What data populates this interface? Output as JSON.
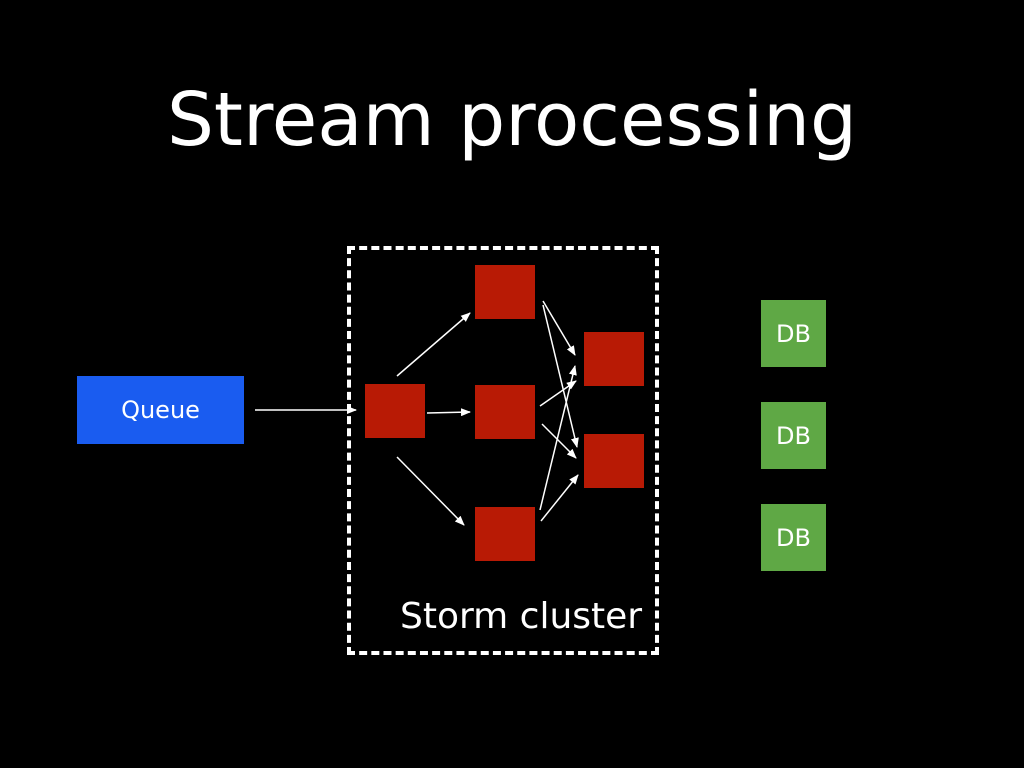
{
  "title": "Stream processing",
  "queue": {
    "label": "Queue",
    "color": "#1a5cf0"
  },
  "cluster": {
    "label": "Storm cluster",
    "node_color": "#b81a05"
  },
  "databases": [
    {
      "label": "DB"
    },
    {
      "label": "DB"
    },
    {
      "label": "DB"
    }
  ],
  "db_color": "#5fa845"
}
